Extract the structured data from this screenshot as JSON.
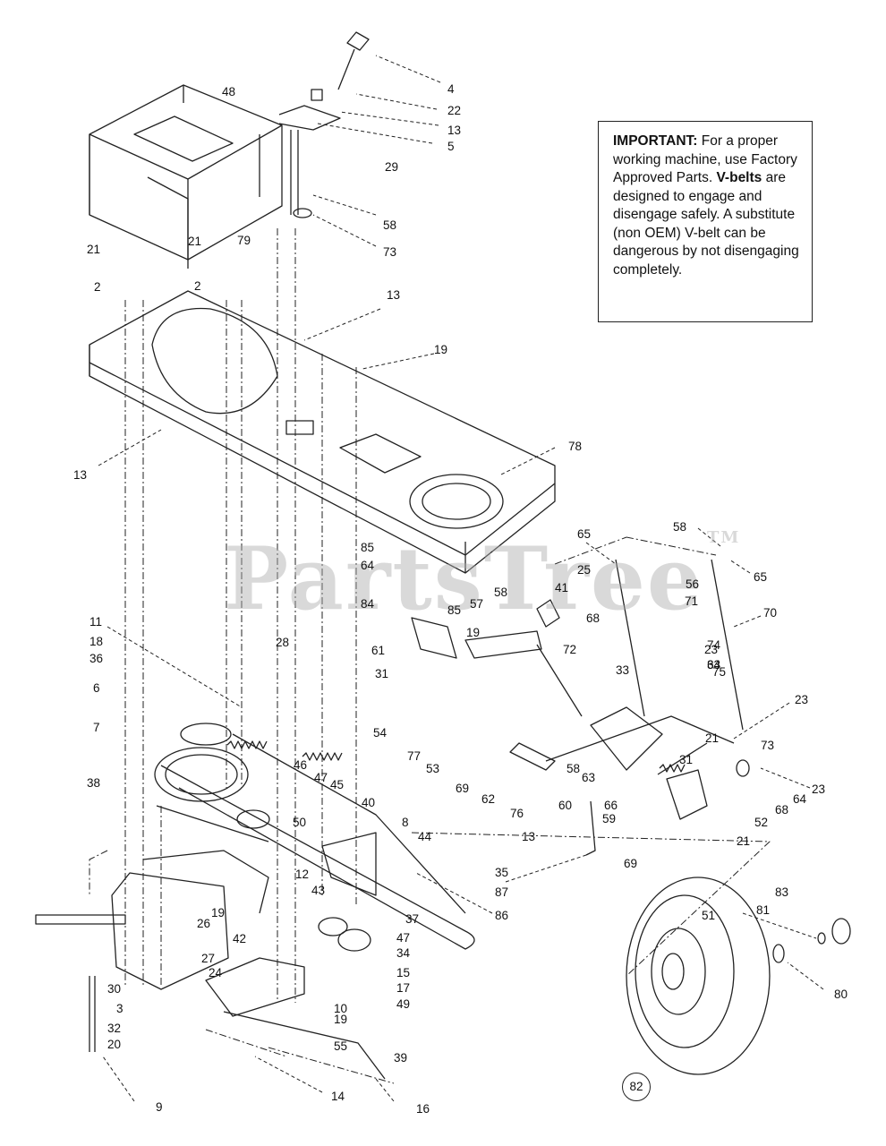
{
  "diagram": {
    "labels": [
      "4",
      "22",
      "13",
      "48",
      "5",
      "29",
      "58",
      "73",
      "79",
      "21",
      "2",
      "21",
      "2",
      "13",
      "19",
      "13",
      "78",
      "85",
      "64",
      "25",
      "41",
      "58",
      "57",
      "84",
      "85",
      "65",
      "58",
      "56",
      "65",
      "71",
      "70",
      "68",
      "23",
      "64",
      "19",
      "61",
      "33",
      "74",
      "33",
      "75",
      "23",
      "11",
      "18",
      "36",
      "28",
      "6",
      "31",
      "7",
      "54",
      "77",
      "53",
      "72",
      "21",
      "73",
      "46",
      "47",
      "38",
      "45",
      "50",
      "40",
      "8",
      "44",
      "31",
      "69",
      "62",
      "58",
      "63",
      "76",
      "60",
      "66",
      "59",
      "68",
      "64",
      "23",
      "13",
      "52",
      "21",
      "35",
      "87",
      "86",
      "69",
      "12",
      "43",
      "19",
      "26",
      "42",
      "27",
      "24",
      "30",
      "3",
      "32",
      "20",
      "47",
      "34",
      "15",
      "37",
      "17",
      "49",
      "10",
      "19",
      "55",
      "39",
      "14",
      "16",
      "9",
      "83",
      "81",
      "51",
      "80",
      "82"
    ],
    "notice": {
      "important": "IMPORTANT:",
      "text1": " For a proper working machine, use Factory Approved Parts. ",
      "vbelts": "V-belts",
      "text2": " are designed to engage and disengage safely. A substitute (non OEM) V-belt can be dangerous by not disengaging completely."
    },
    "watermark": "PartsTree",
    "watermark_tm": "TM"
  }
}
